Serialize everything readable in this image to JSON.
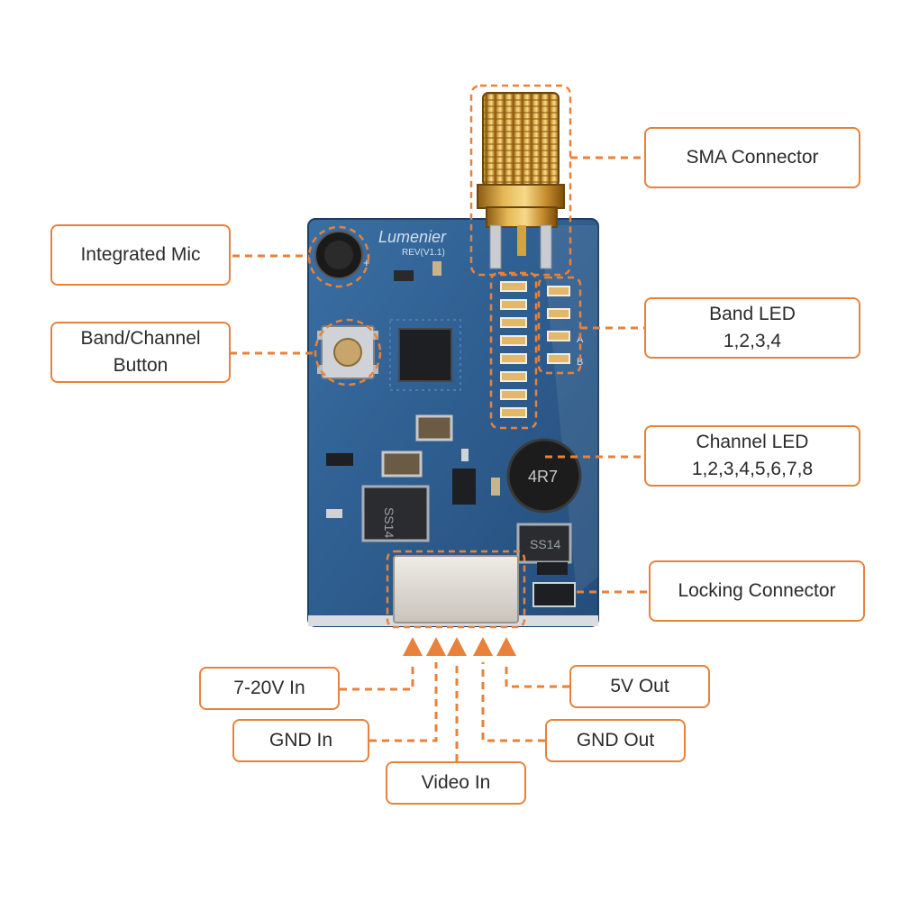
{
  "board": {
    "brand": "Lumenier",
    "revision": "REV(V1.1)",
    "inductor_marking": "4R7",
    "diode_marking_left": "SS14",
    "diode_marking_right": "SS14",
    "led_markings": [
      "A",
      "B"
    ],
    "board_color": "#2e5d8f",
    "gold_color": "#d6a23c"
  },
  "accent_color": "#e8823a",
  "labels": {
    "sma_connector": "SMA Connector",
    "integrated_mic": "Integrated Mic",
    "band_channel_button": {
      "line1": "Band/Channel",
      "line2": "Button"
    },
    "band_led": {
      "line1": "Band LED",
      "line2": "1,2,3,4"
    },
    "channel_led": {
      "line1": "Channel LED",
      "line2": "1,2,3,4,5,6,7,8"
    },
    "locking_connector": "Locking Connector",
    "pin_7_20v_in": "7-20V In",
    "pin_5v_out": "5V Out",
    "pin_gnd_in": "GND In",
    "pin_gnd_out": "GND Out",
    "pin_video_in": "Video In"
  }
}
